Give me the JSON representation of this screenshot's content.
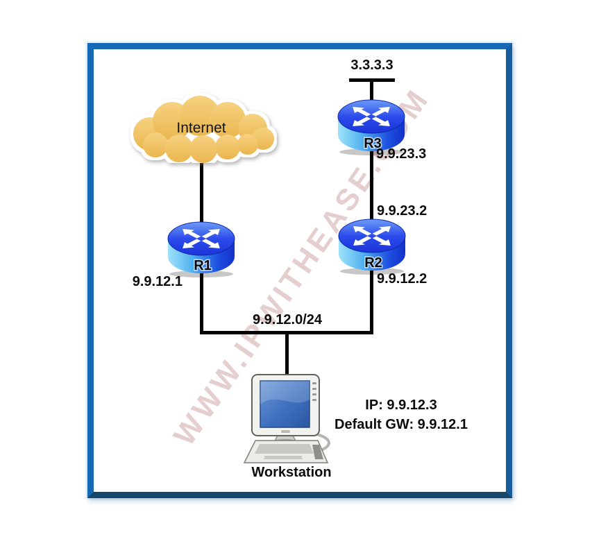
{
  "watermark": {
    "text": "WWW.IPWITHEASE.COM"
  },
  "cloud": {
    "label": "Internet"
  },
  "routers": {
    "r1": {
      "label": "R1"
    },
    "r2": {
      "label": "R2"
    },
    "r3": {
      "label": "R3"
    }
  },
  "labels": {
    "r3_lan_ip": "3.3.3.3",
    "r3_link_ip": "9.9.23.3",
    "r2_link_ip": "9.9.23.2",
    "r2_lan_ip": "9.9.12.2",
    "r1_lan_ip": "9.9.12.1",
    "lan_segment": "9.9.12.0/24"
  },
  "workstation": {
    "label": "Workstation",
    "ip": "IP: 9.9.12.3",
    "default_gw": "Default GW: 9.9.12.1"
  },
  "colors": {
    "frame_blue": "#1669b4",
    "frame_blue_dark": "#17486c",
    "cloud_fill_top": "#f5d07e",
    "cloud_fill_bottom": "#ecb852",
    "router_blue_deep": "#1430c8",
    "router_cyan": "#9fe2fa",
    "screen_blue": "#3e6fbe",
    "line_black": "#000000",
    "watermark_pink": "#c99898"
  }
}
